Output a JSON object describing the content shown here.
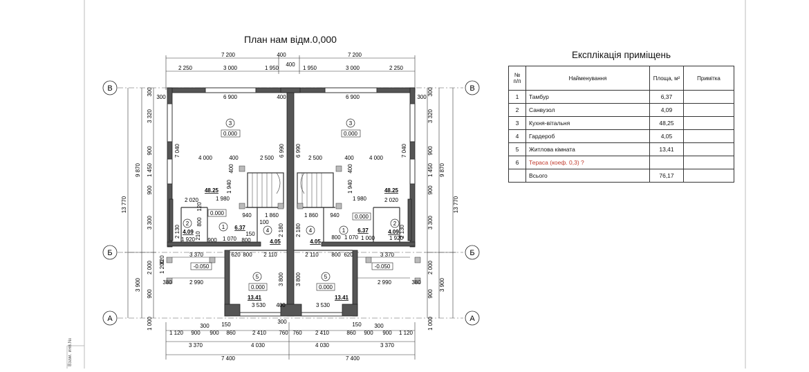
{
  "plan_title": "План нам відм.0,000",
  "explication": {
    "title": "Експлікація приміщень",
    "headers": {
      "num": "№ п/п",
      "name": "Найменування",
      "area": "Площа, м²",
      "note": "Примітка"
    },
    "rows": [
      {
        "num": "1",
        "name": "Тамбур",
        "area": "6,37",
        "note": ""
      },
      {
        "num": "2",
        "name": "Санвузол",
        "area": "4,09",
        "note": ""
      },
      {
        "num": "3",
        "name": "Кухня-вітальня",
        "area": "48,25",
        "note": ""
      },
      {
        "num": "4",
        "name": "Гардероб",
        "area": "4,05",
        "note": ""
      },
      {
        "num": "5",
        "name": "Житлова кімната",
        "area": "13,41",
        "note": ""
      },
      {
        "num": "6",
        "name": "Тераса (коеф. 0,3) ?",
        "area": "",
        "note": ""
      }
    ],
    "total": {
      "name": "Всього",
      "area": "76,17"
    }
  },
  "axes": {
    "top": "В",
    "middle": "Б",
    "bottom": "А"
  },
  "stamp": "Взам. инв.№",
  "dimensions": {
    "top_overall": [
      "7 200",
      "400",
      "7 200"
    ],
    "top_segments": [
      "2 250",
      "3 000",
      "1 950",
      "400",
      "1 950",
      "3 000",
      "2 250"
    ],
    "bottom_row1": [
      "300",
      "150",
      "300",
      "150",
      "300"
    ],
    "bottom_row2": [
      "1 120",
      "900",
      "900",
      "860",
      "2 410",
      "760",
      "760",
      "2 410",
      "860",
      "900",
      "900",
      "1 120"
    ],
    "bottom_row3": [
      "3 370",
      "4 030",
      "4 030",
      "3 370"
    ],
    "bottom_row4": [
      "7 400",
      "7 400"
    ],
    "left_outer": "13 770",
    "left_mid": [
      "9 870",
      "3 900"
    ],
    "left_inner": [
      "300",
      "3 320",
      "900",
      "1 450",
      "900",
      "3 300",
      "2 000",
      "900",
      "1 000"
    ],
    "right_outer": "13 770",
    "right_mid": [
      "9 870",
      "3 900"
    ],
    "right_inner": [
      "300",
      "3 320",
      "900",
      "1 450",
      "900",
      "3 300",
      "2 000",
      "900",
      "1 000"
    ]
  },
  "interior_dims": [
    "300",
    "6 900",
    "400",
    "6 900",
    "300",
    "7 040",
    "6 990",
    "6 990",
    "7 040",
    "4 000",
    "400",
    "2 500",
    "2 500",
    "400",
    "4 000",
    "400",
    "400",
    "1 940",
    "1 940",
    "2 020",
    "1 980",
    "1 980",
    "2 020",
    "940",
    "1 860",
    "1 860",
    "940",
    "2 130",
    "2 180",
    "2 180",
    "2 130",
    "1 920",
    "900",
    "1 070",
    "800",
    "800",
    "1 070",
    "1 000",
    "1 920",
    "3 370",
    "620",
    "800",
    "2 110",
    "2 110",
    "800",
    "620",
    "3 370",
    "2 990",
    "3 800",
    "3 800",
    "2 990",
    "3 530",
    "400",
    "3 530",
    "380",
    "380",
    "1 200",
    "820",
    "100",
    "150",
    "800",
    "210",
    "120"
  ],
  "rooms": [
    {
      "num": "3",
      "level": "0.000",
      "area": "48.25"
    },
    {
      "num": "3",
      "level": "0.000",
      "area": "48.25"
    },
    {
      "num": "1",
      "level": "0.000",
      "area": "6.37"
    },
    {
      "num": "1",
      "level": "0.000",
      "area": "6.37"
    },
    {
      "num": "2",
      "area": "4.09"
    },
    {
      "num": "2",
      "area": "4.09"
    },
    {
      "num": "4",
      "area": "4.05"
    },
    {
      "num": "4",
      "area": "4.05"
    },
    {
      "num": "5",
      "level": "0.000",
      "area": "13.41"
    },
    {
      "num": "5",
      "level": "0.000",
      "area": "13.41"
    }
  ],
  "terrace_levels": [
    "-0.050",
    "-0.050"
  ]
}
